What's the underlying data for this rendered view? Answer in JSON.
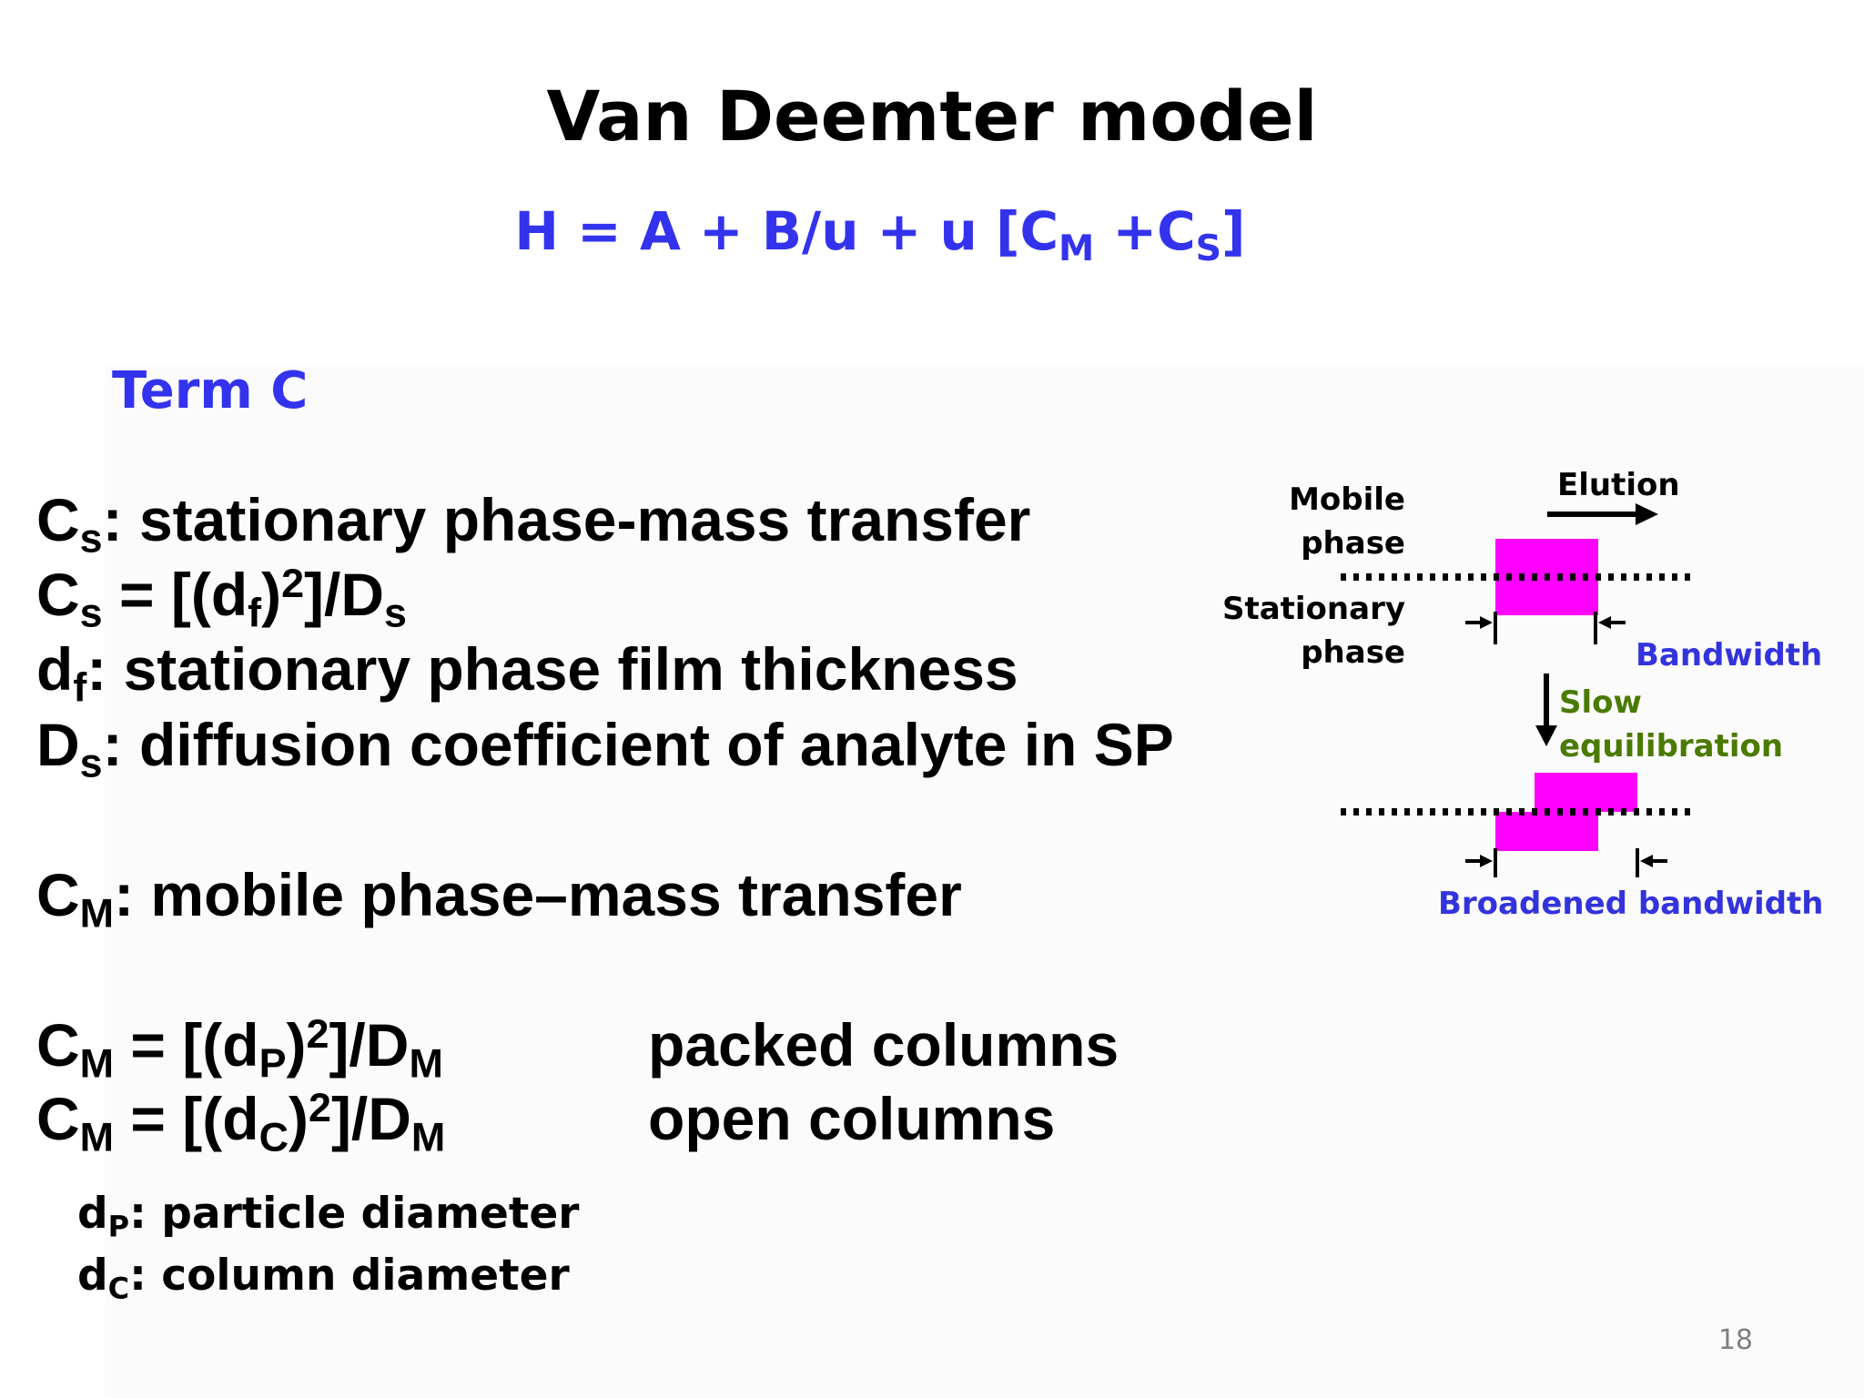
{
  "slide": {
    "title": "Van Deemter model",
    "equation": {
      "lhs": "H = A + B/u + u [C",
      "sub1": "M",
      "mid": " +C",
      "sub2": "S",
      "end": "]"
    },
    "subheading": "Term C",
    "cs_def": {
      "sym": "C",
      "sub": "s",
      "text": ": stationary phase-mass transfer"
    },
    "cs_eq": {
      "a": "C",
      "a_sub": "s",
      "b": " = [(d",
      "b_sub": "f",
      "c": ")",
      "c_sup": "2",
      "d": "]/D",
      "d_sub": "s"
    },
    "df_def": {
      "sym": "d",
      "sub": "f",
      "text": ": stationary phase film thickness"
    },
    "ds_def": {
      "sym": "D",
      "sub": "s",
      "text": ": diffusion coefficient of analyte in SP"
    },
    "cm_def": {
      "sym": "C",
      "sub": "M",
      "text": ": mobile phase–mass transfer"
    },
    "cm_packed": {
      "a": "C",
      "a_sub": "M",
      "b": " = [(d",
      "b_sub": "P",
      "c": ")",
      "c_sup": "2",
      "d": "]/D",
      "d_sub": "M",
      "label": "packed columns"
    },
    "cm_open": {
      "a": "C",
      "a_sub": "M",
      "b": " = [(d",
      "b_sub": "C",
      "c": ")",
      "c_sup": "2",
      "d": "]/D",
      "d_sub": "M",
      "label": "open columns"
    },
    "dp_def": {
      "sym": "d",
      "sub": "P",
      "text": ": particle diameter"
    },
    "dc_def": {
      "sym": "d",
      "sub": "C",
      "text": ": column diameter"
    },
    "page_number": "18"
  },
  "diagram": {
    "mobile_line1": "Mobile",
    "mobile_line2": "phase",
    "stationary_line1": "Stationary",
    "stationary_line2": "phase",
    "elution": "Elution",
    "bandwidth": "Bandwidth",
    "slow_line1": "Slow",
    "slow_line2": "equilibration",
    "broadened": "Broadened bandwidth",
    "band_color": "#ff00ff",
    "label_blue": "#3333dd",
    "label_green": "#4a7a00"
  }
}
